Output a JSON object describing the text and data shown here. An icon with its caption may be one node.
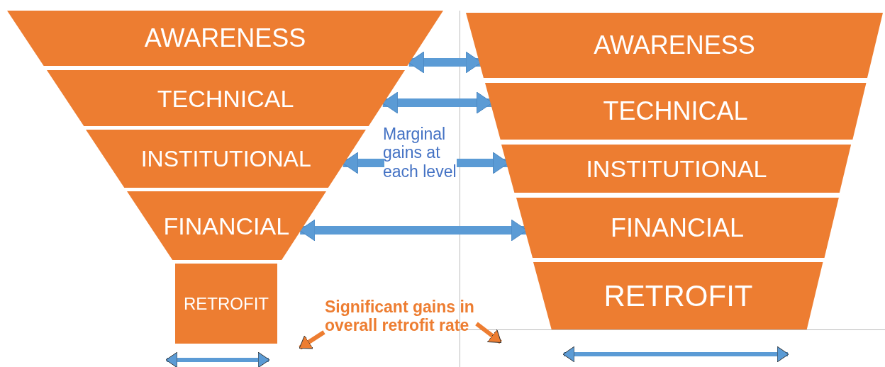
{
  "diagram": {
    "nodes": [
      {
        "text": [
          "AWARENESS"
        ]
      },
      {
        "text": [
          "TECHNICAL"
        ]
      },
      {
        "text": [
          "INSTITUTIONAL"
        ]
      },
      {
        "text": [
          "FINANCIAL"
        ]
      },
      {
        "text": [
          "RETROFIT"
        ]
      },
      {
        "text": [
          "AWARENESS"
        ]
      },
      {
        "text": [
          "TECHNICAL"
        ]
      },
      {
        "text": [
          "INSTITUTIONAL"
        ]
      },
      {
        "text": [
          "FINANCIAL"
        ]
      },
      {
        "text": [
          "RETROFIT"
        ]
      },
      {
        "text": [
          "Marginal gains at each level"
        ]
      },
      {
        "text": [
          "Significant gains in overall retrofit rate"
        ]
      }
    ],
    "edges": [
      {
        "from": 0,
        "to": 5,
        "arrow": "both"
      },
      {
        "from": 1,
        "to": 6,
        "arrow": "both"
      },
      {
        "from": 10,
        "to": 2,
        "arrow": "to"
      },
      {
        "from": 10,
        "to": 7,
        "arrow": "to"
      },
      {
        "from": 3,
        "to": 8,
        "arrow": "both"
      },
      {
        "from": 11,
        "to": null,
        "arrow": "to",
        "color": "#ed7d31"
      },
      {
        "from": 11,
        "to": null,
        "arrow": "to",
        "color": "#ed7d31"
      }
    ]
  }
}
